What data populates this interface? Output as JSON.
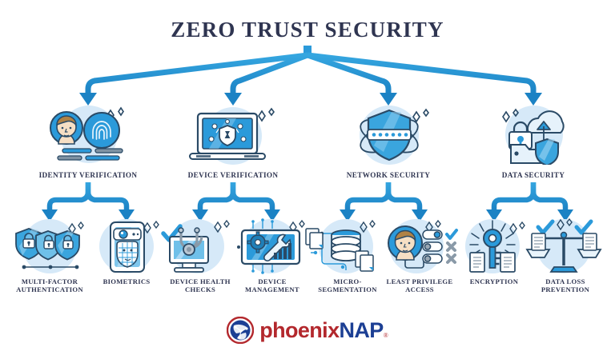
{
  "diagram": {
    "title": "ZERO TRUST SECURITY",
    "type": "hierarchy-tree",
    "colors": {
      "title_text": "#2f3551",
      "label_text": "#2f3551",
      "arrow_blue": "#2b9ada",
      "arrow_blue_dark": "#1b7cc0",
      "icon_blue": "#2b9ada",
      "icon_navy": "#2a4a66",
      "icon_light_blue": "#9ed2f2",
      "disc_bg": "#d6e9f8",
      "background": "#ffffff",
      "logo_red": "#b3282d",
      "logo_blue": "#1c3f94"
    },
    "pillars": [
      {
        "id": "identity-verification",
        "label": "IDENTITY VERIFICATION",
        "icon": "face-and-fingerprint-icon",
        "children": [
          {
            "id": "multi-factor-authentication",
            "label": "MULTI-FACTOR\nAUTHENTICATION",
            "icon": "three-shields-locks-icon"
          },
          {
            "id": "biometrics",
            "label": "BIOMETRICS",
            "icon": "phone-face-scan-icon"
          }
        ]
      },
      {
        "id": "device-verification",
        "label": "DEVICE VERIFICATION",
        "icon": "laptop-shield-network-icon",
        "children": [
          {
            "id": "device-health-checks",
            "label": "DEVICE HEALTH\nCHECKS",
            "icon": "monitor-stethoscope-icon"
          },
          {
            "id": "device-management",
            "label": "DEVICE\nMANAGEMENT",
            "icon": "tablet-gear-wrench-icon"
          }
        ]
      },
      {
        "id": "network-security",
        "label": "NETWORK SECURITY",
        "icon": "shield-orbit-password-icon",
        "children": [
          {
            "id": "micro-segmentation",
            "label": "MICRO-\nSEGMENTATION",
            "icon": "database-files-network-icon"
          },
          {
            "id": "least-privilege-access",
            "label": "LEAST PRIVILEGE\nACCESS",
            "icon": "user-permission-toggles-icon"
          }
        ]
      },
      {
        "id": "data-security",
        "label": "DATA SECURITY",
        "icon": "cloud-lock-folder-shield-icon",
        "children": [
          {
            "id": "encryption",
            "label": "ENCRYPTION",
            "icon": "key-documents-icon"
          },
          {
            "id": "data-loss-prevention",
            "label": "DATA LOSS\nPREVENTION",
            "icon": "balance-scale-documents-icon"
          }
        ]
      }
    ]
  },
  "logo": {
    "icon": "phoenixnap-globe-icon",
    "name_part1": "phoenix",
    "name_part2": "NAP",
    "trademark": "®"
  }
}
